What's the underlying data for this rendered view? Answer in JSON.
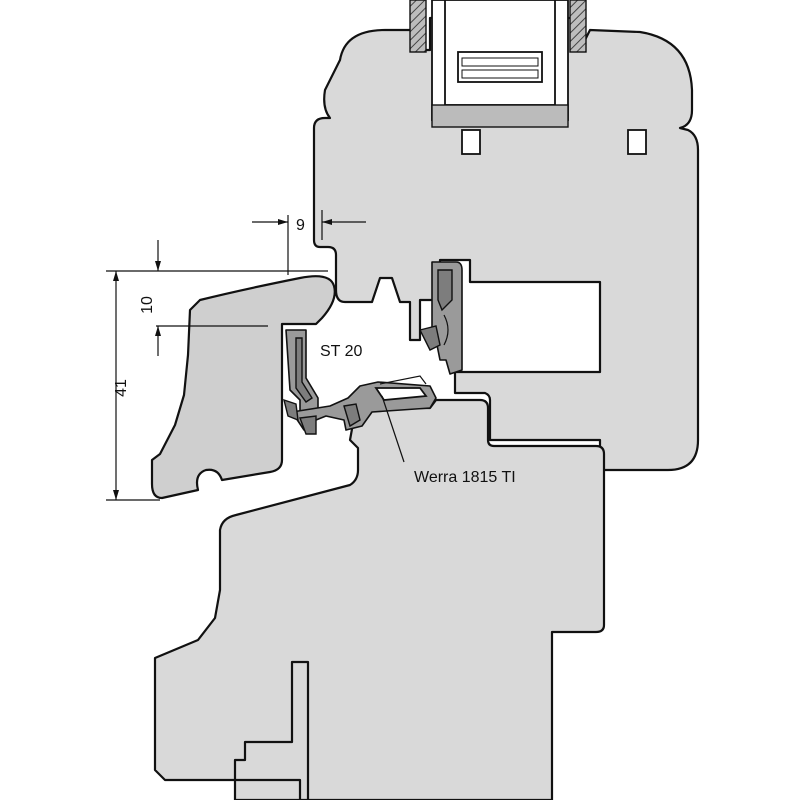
{
  "diagram": {
    "labels": {
      "seal_profile": "ST 20",
      "weather_bar": "Werra 1815 TI"
    },
    "dimensions": {
      "gap": "9",
      "overlap": "10",
      "height": "41"
    }
  },
  "colors": {
    "wood": "#d9d9d9",
    "metal": "#9a9a9a",
    "outline": "#111111"
  }
}
